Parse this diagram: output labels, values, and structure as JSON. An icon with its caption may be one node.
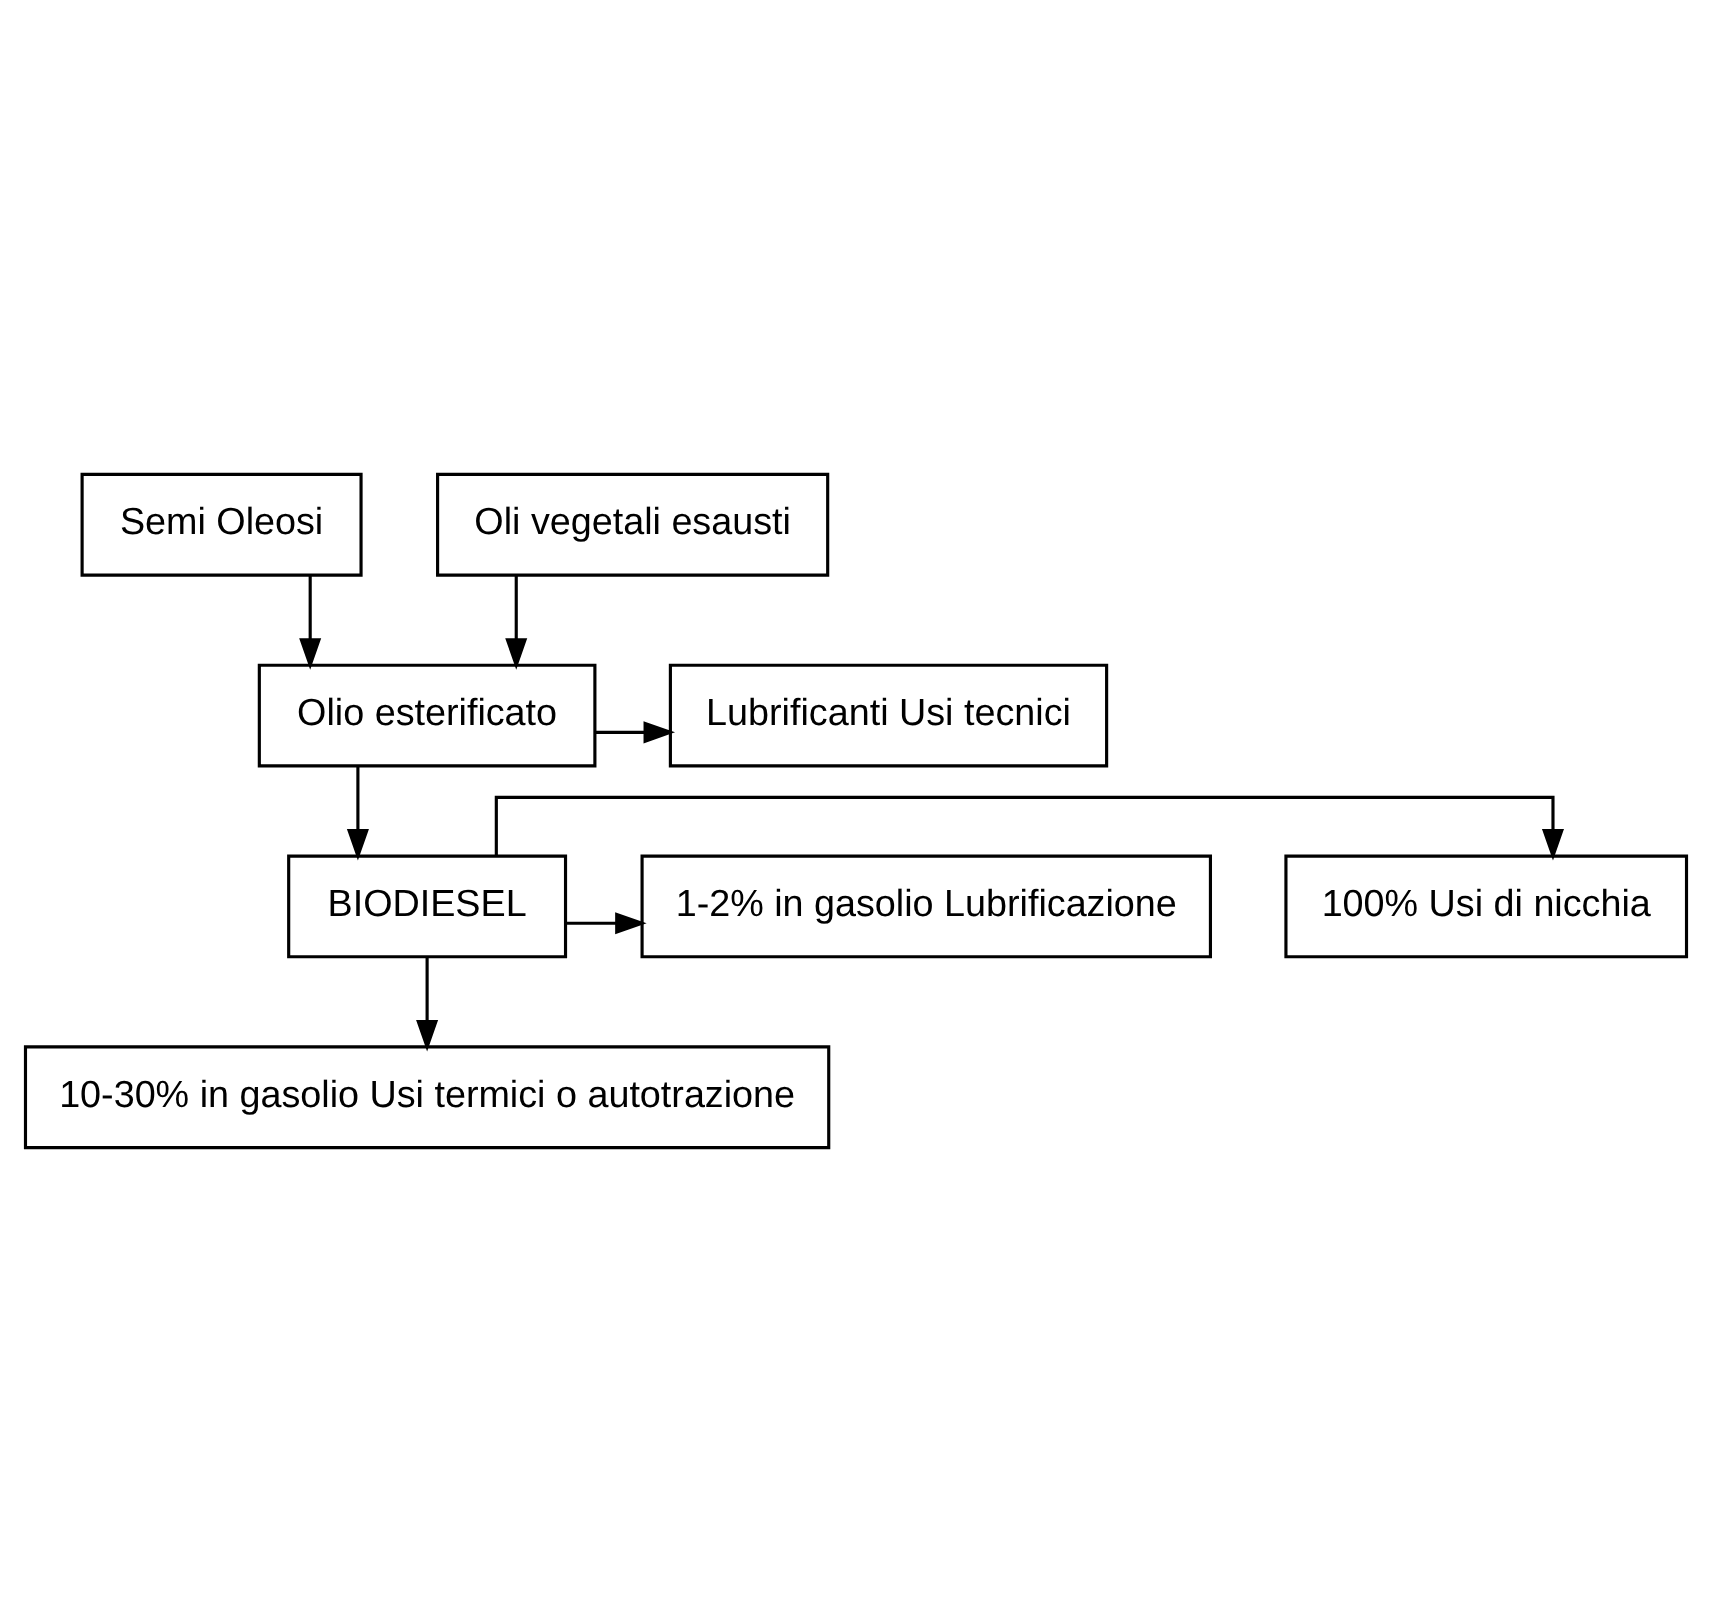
{
  "diagram": {
    "nodes": [
      {
        "text": [
          "Semi Oleosi"
        ]
      },
      {
        "text": [
          "Oli vegetali esausti"
        ]
      },
      {
        "text": [
          "Lubrificanti Usi tecnici"
        ]
      },
      {
        "text": [
          "Olio esterificato"
        ]
      },
      {
        "text": [
          "BIODIESEL"
        ]
      },
      {
        "text": [
          "100% Usi di nicchia"
        ]
      },
      {
        "text": [
          "1-2% in gasolio Lubrificazione"
        ]
      },
      {
        "text": [
          "10-30% in gasolio Usi termici o autotrazione"
        ]
      }
    ],
    "edges": [
      {
        "from": 0,
        "to": 3,
        "arrow": "to"
      },
      {
        "from": 1,
        "to": 3,
        "arrow": "to"
      },
      {
        "from": 3,
        "to": 2,
        "arrow": "to"
      },
      {
        "from": 3,
        "to": 4,
        "arrow": "to"
      },
      {
        "from": 4,
        "to": 5,
        "arrow": "to"
      },
      {
        "from": 4,
        "to": 6,
        "arrow": "to"
      },
      {
        "from": 4,
        "to": 7,
        "arrow": "to"
      }
    ]
  }
}
